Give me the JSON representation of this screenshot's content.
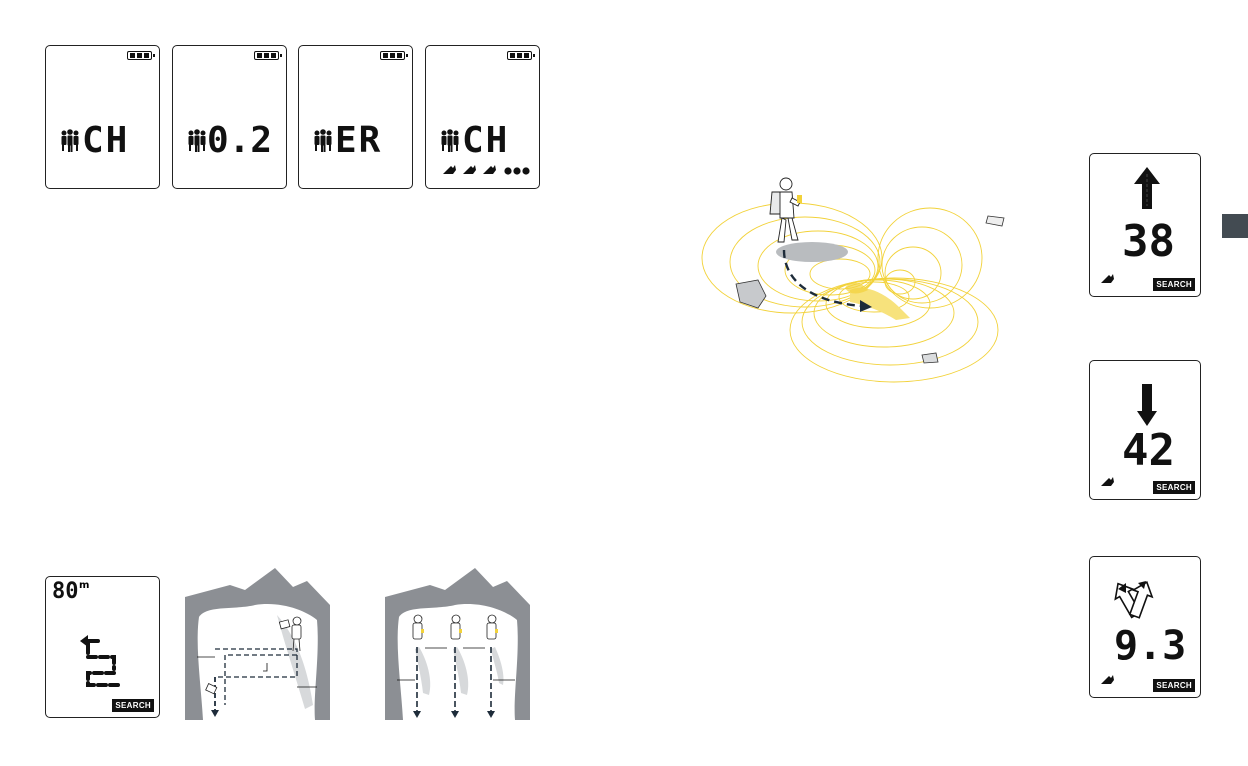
{
  "top_screens": [
    {
      "value": "CH",
      "extra": false
    },
    {
      "value": "0.2",
      "extra": false
    },
    {
      "value": "ER",
      "extra": false
    },
    {
      "value": "CH",
      "extra": true
    }
  ],
  "icons": {
    "group": "group-of-people-icon",
    "victim": "buried-victim-icon",
    "battery": "battery-full-icon"
  },
  "bottom_screen": {
    "range": "80",
    "range_unit": "m",
    "mode": "SEARCH"
  },
  "right_screens": [
    {
      "value": "38",
      "arrow": "up",
      "mode": "SEARCH"
    },
    {
      "value": "42",
      "arrow": "down",
      "mode": "SEARCH"
    },
    {
      "value": "9.3",
      "arrow": "split",
      "mode": "SEARCH"
    }
  ],
  "colors": {
    "field_lines": "#f2d23a",
    "mountain": "#8c8f94",
    "side_tab": "#434b52"
  }
}
